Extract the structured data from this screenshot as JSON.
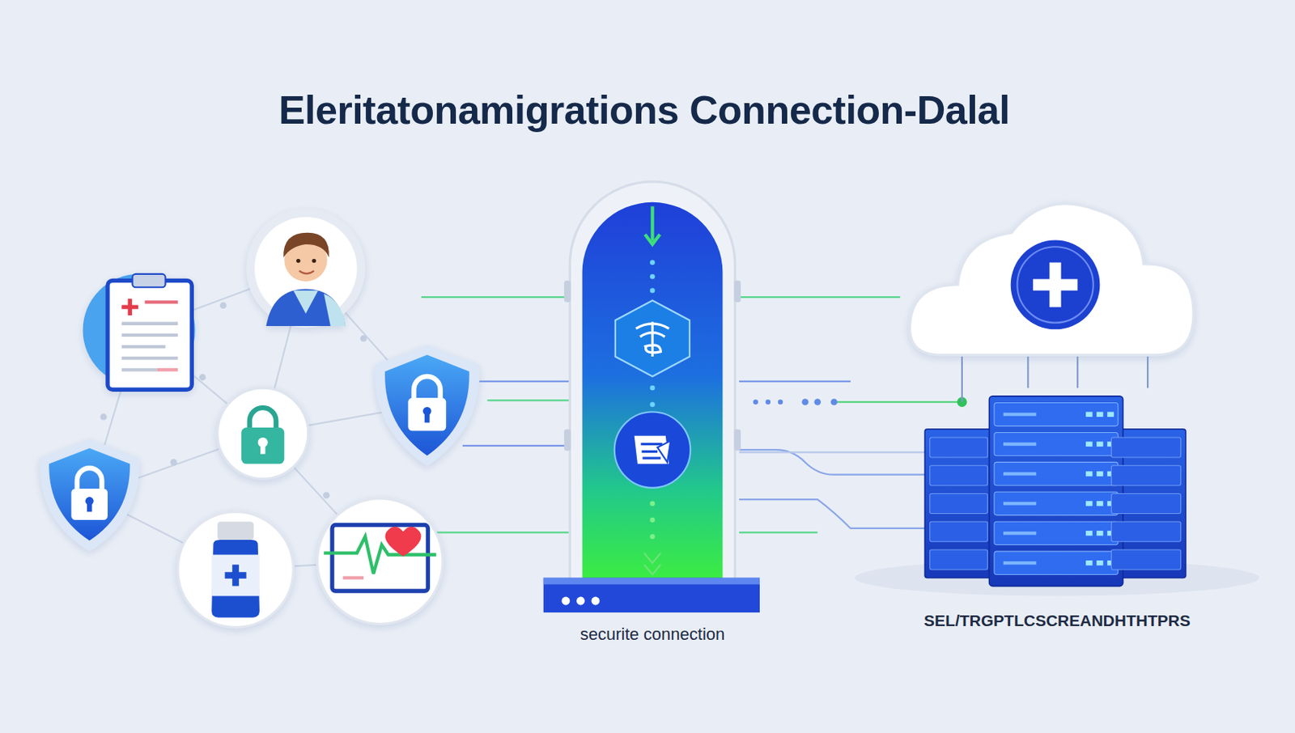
{
  "diagram": {
    "title": "Eleritatonamigrations Connection-Dalal",
    "labels": [
      "securite connection",
      "SEL/TRGPTLCSCREANDHTHTPRS"
    ]
  }
}
